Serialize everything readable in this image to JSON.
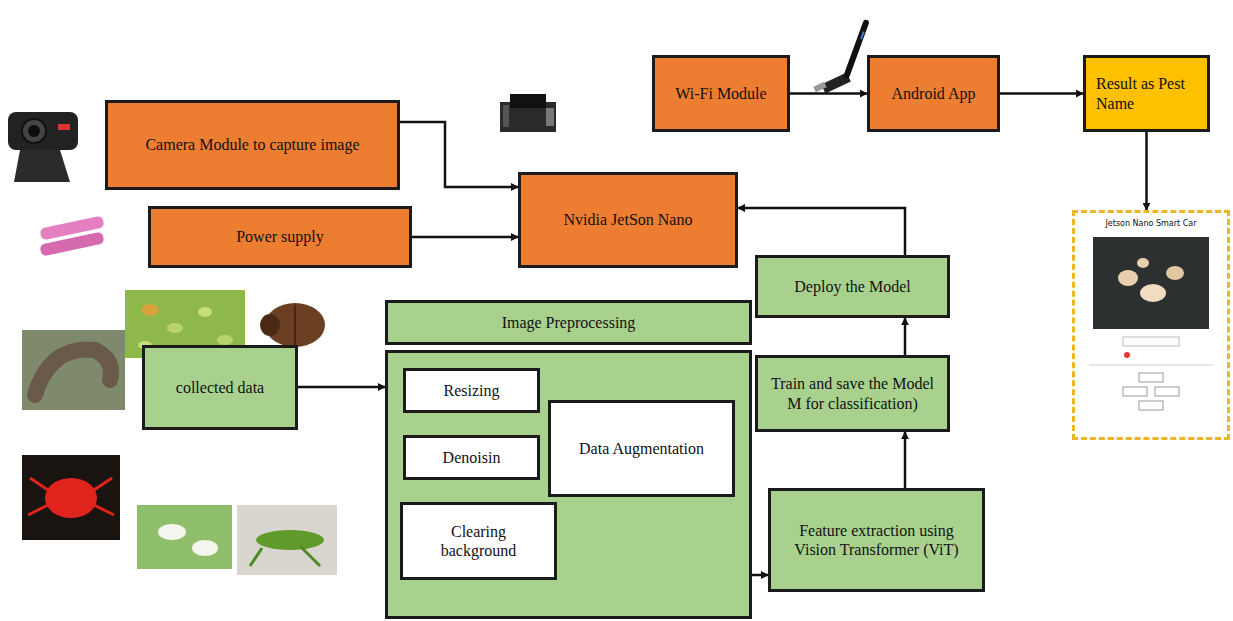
{
  "diagram": {
    "nodes": [
      {
        "text": [
          "Camera Module to capture image"
        ]
      },
      {
        "text": [
          "Power supply"
        ]
      },
      {
        "text": [
          "Nvidia JetSon Nano"
        ]
      },
      {
        "text": [
          "Wi-Fi Module"
        ]
      },
      {
        "text": [
          "Android App"
        ]
      },
      {
        "text": [
          "Result as Pest Name"
        ]
      },
      {
        "text": [
          "Image Preprocessing"
        ]
      },
      {
        "text": [
          "Resizing"
        ],
        "in": 6
      },
      {
        "text": [
          "Denoisin"
        ],
        "in": 6
      },
      {
        "text": [
          "Data Augmentation"
        ],
        "in": 6
      },
      {
        "text": [
          "Clearing background"
        ],
        "in": 6
      },
      {
        "text": [
          "collected data"
        ]
      },
      {
        "text": [
          "Deploy the Model"
        ]
      },
      {
        "text": [
          "Train and save the Model M for classification)"
        ]
      },
      {
        "text": [
          "Feature extraction using Vision Transformer (ViT)"
        ]
      },
      {
        "text": [
          "Jetson Nano Smart Car"
        ]
      }
    ],
    "edges": [
      {
        "from": 0,
        "to": 2,
        "arrow": "to"
      },
      {
        "from": 1,
        "to": 2,
        "arrow": "to"
      },
      {
        "from": 3,
        "to": 4,
        "arrow": "to"
      },
      {
        "from": 4,
        "to": 5,
        "arrow": "to"
      },
      {
        "from": 5,
        "to": 15,
        "arrow": "to"
      },
      {
        "from": 11,
        "to": 6,
        "arrow": "to"
      },
      {
        "from": 6,
        "to": 14,
        "arrow": "to"
      },
      {
        "from": 14,
        "to": 13,
        "arrow": "to"
      },
      {
        "from": 13,
        "to": 12,
        "arrow": "to"
      },
      {
        "from": 12,
        "to": 2,
        "arrow": "to"
      }
    ]
  }
}
